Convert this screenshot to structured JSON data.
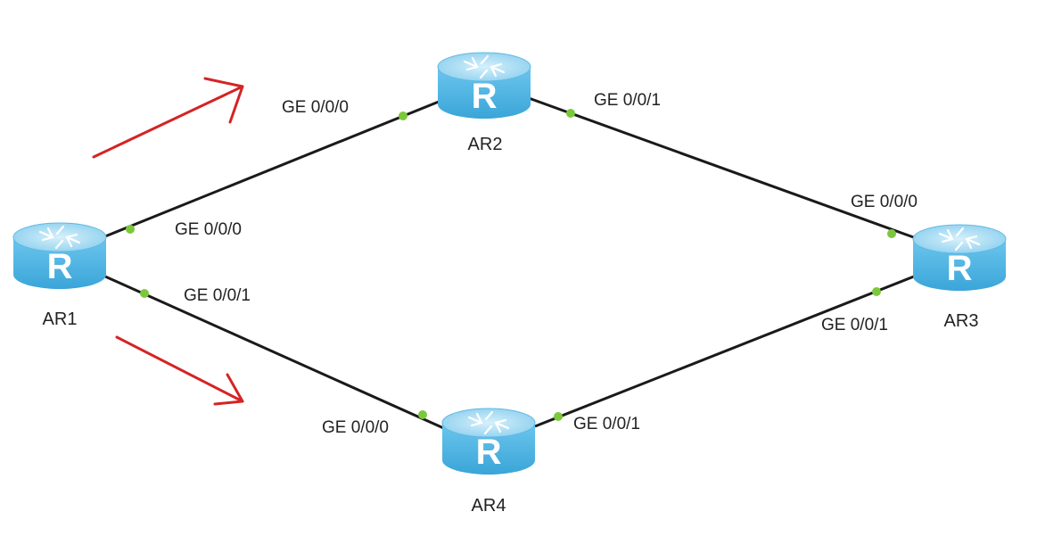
{
  "colors": {
    "link": "#1a1a1a",
    "port_dot": "#7cc83c",
    "arrow": "#d42424",
    "router_top": "#a8dcf2",
    "router_body": "#4fb6e4",
    "router_glyph": "#ffffff"
  },
  "icons": {
    "router": "router-icon",
    "arrow": "direction-arrow"
  },
  "routers": [
    {
      "name": "AR1"
    },
    {
      "name": "AR2"
    },
    {
      "name": "AR3"
    },
    {
      "name": "AR4"
    }
  ],
  "router_glyph_letter": "R",
  "ports": {
    "ar2_ge000": "GE 0/0/0",
    "ar2_ge001": "GE 0/0/1",
    "ar1_ge000": "GE 0/0/0",
    "ar1_ge001": "GE 0/0/1",
    "ar3_ge000": "GE 0/0/0",
    "ar3_ge001": "GE 0/0/1",
    "ar4_ge000": "GE 0/0/0",
    "ar4_ge001": "GE 0/0/1"
  }
}
